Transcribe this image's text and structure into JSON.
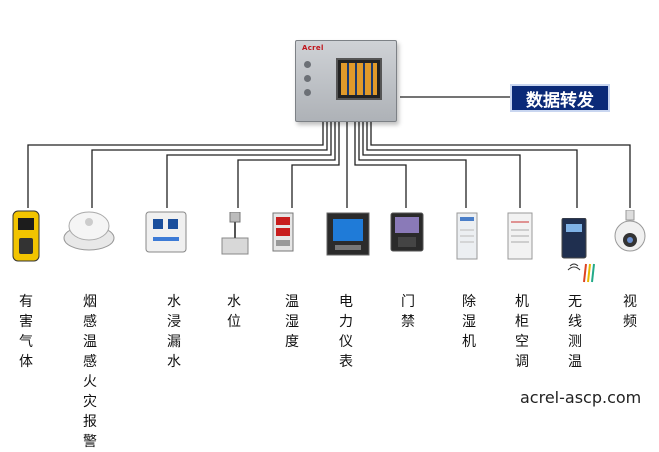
{
  "controller": {
    "brand_text": "Acrel",
    "icon": "monitoring-host-icon"
  },
  "relay": {
    "label": "数据转发"
  },
  "devices": [
    {
      "id": "gas",
      "label": "有害\n气体",
      "icon": "gas-detector-icon"
    },
    {
      "id": "smoke",
      "label": "烟感\n温感\n火灾\n报警",
      "icon": "smoke-detector-icon"
    },
    {
      "id": "water",
      "label": "水浸\n漏水",
      "icon": "water-leak-sensor-icon"
    },
    {
      "id": "level",
      "label": "水位",
      "icon": "water-level-sensor-icon"
    },
    {
      "id": "humid",
      "label": "温湿\n度",
      "icon": "temp-humidity-controller-icon"
    },
    {
      "id": "meter",
      "label": "电力\n仪表",
      "icon": "power-meter-icon"
    },
    {
      "id": "door",
      "label": "门禁",
      "icon": "access-control-icon"
    },
    {
      "id": "dehum",
      "label": "除湿\n机",
      "icon": "dehumidifier-icon"
    },
    {
      "id": "ac",
      "label": "机柜\n空调",
      "icon": "cabinet-ac-icon"
    },
    {
      "id": "wireless",
      "label": "无线\n测温",
      "icon": "wireless-temp-sensor-icon"
    },
    {
      "id": "video",
      "label": "视频",
      "icon": "dome-camera-icon"
    }
  ],
  "watermark": "acrel-ascp.com"
}
